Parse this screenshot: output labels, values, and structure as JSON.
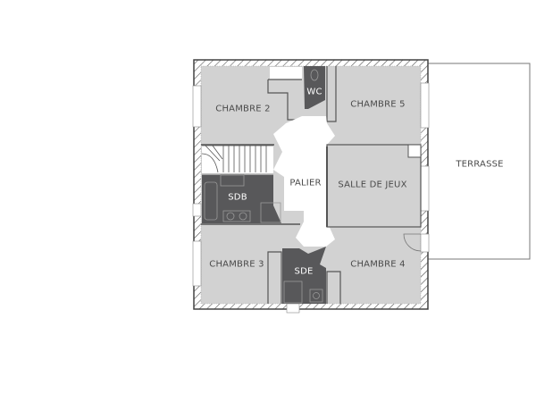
{
  "plan": {
    "type": "floor-plan",
    "rooms": {
      "chambre2": "CHAMBRE 2",
      "wc": "WC",
      "chambre5": "CHAMBRE 5",
      "terrasse": "TERRASSE",
      "sdb": "SDB",
      "palier": "PALIER",
      "salle_de_jeux": "SALLE DE JEUX",
      "chambre3": "CHAMBRE 3",
      "sde": "SDE",
      "chambre4": "CHAMBRE 4"
    },
    "colors": {
      "room_fill": "#d2d2d2",
      "wet_room_fill": "#58585a",
      "wall": "#555555",
      "circulation": "#ffffff",
      "label": "#4a4a4a",
      "label_on_dark": "#ffffff"
    }
  }
}
